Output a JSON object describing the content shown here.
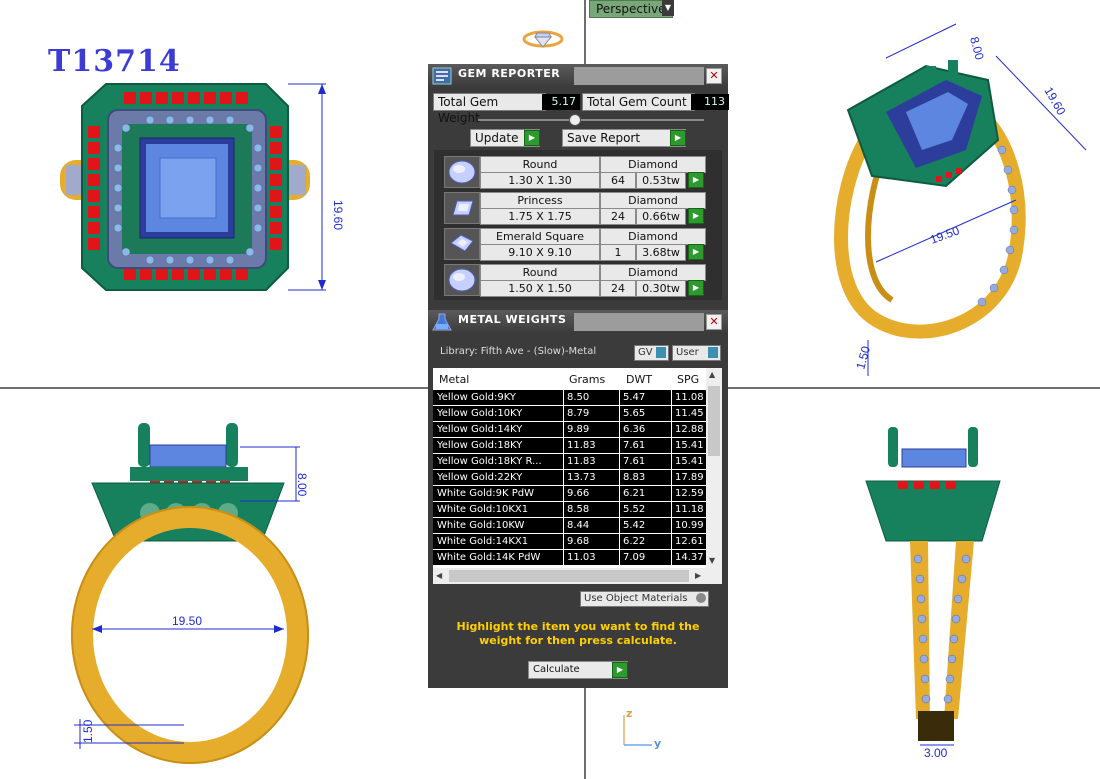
{
  "viewport": {
    "label": "Perspective",
    "model_title": "T13714",
    "dimensions": {
      "top_left_height": "19.60",
      "top_right_height": "8.00",
      "top_right_diag": "19.60",
      "top_right_width": "19.50",
      "top_right_bottom": "1.50",
      "front_width": "19.50",
      "front_height": "8.00",
      "front_bottom": "1.50",
      "side_bottom": "3.00"
    },
    "axis": {
      "z": "z",
      "y": "y"
    }
  },
  "gem_reporter": {
    "title": "GEM REPORTER",
    "total_weight_label": "Total Gem Weight",
    "total_weight_value": "5.17",
    "total_count_label": "Total Gem Count",
    "total_count_value": "113",
    "update_label": "Update",
    "save_report_label": "Save Report",
    "gems": [
      {
        "shape": "Round",
        "size": "1.30 X 1.30",
        "type": "Diamond",
        "count": "64",
        "tw": "0.53tw"
      },
      {
        "shape": "Princess",
        "size": "1.75 X 1.75",
        "type": "Diamond",
        "count": "24",
        "tw": "0.66tw"
      },
      {
        "shape": "Emerald Square",
        "size": "9.10 X 9.10",
        "type": "Diamond",
        "count": "1",
        "tw": "3.68tw"
      },
      {
        "shape": "Round",
        "size": "1.50 X 1.50",
        "type": "Diamond",
        "count": "24",
        "tw": "0.30tw"
      }
    ]
  },
  "metal_weights": {
    "title": "METAL WEIGHTS",
    "library": "Library: Fifth Ave - (Slow)-Metal",
    "gv_label": "GV",
    "user_label": "User",
    "columns": [
      "Metal",
      "Grams",
      "DWT",
      "SPG"
    ],
    "rows": [
      [
        "Yellow Gold:9KY",
        "8.50",
        "5.47",
        "11.08"
      ],
      [
        "Yellow Gold:10KY",
        "8.79",
        "5.65",
        "11.45"
      ],
      [
        "Yellow Gold:14KY",
        "9.89",
        "6.36",
        "12.88"
      ],
      [
        "Yellow Gold:18KY",
        "11.83",
        "7.61",
        "15.41"
      ],
      [
        "Yellow Gold:18KY R...",
        "11.83",
        "7.61",
        "15.41"
      ],
      [
        "Yellow Gold:22KY",
        "13.73",
        "8.83",
        "17.89"
      ],
      [
        "White Gold:9K PdW",
        "9.66",
        "6.21",
        "12.59"
      ],
      [
        "White Gold:10KX1",
        "8.58",
        "5.52",
        "11.18"
      ],
      [
        "White Gold:10KW",
        "8.44",
        "5.42",
        "10.99"
      ],
      [
        "White Gold:14KX1",
        "9.68",
        "6.22",
        "12.61"
      ],
      [
        "White Gold:14K PdW",
        "11.03",
        "7.09",
        "14.37"
      ]
    ],
    "use_object_materials": "Use Object Materials",
    "hint": "Highlight the item you want to find the weight for then press calculate.",
    "calculate_label": "Calculate"
  },
  "colors": {
    "dimension_blue": "#1f2bd0",
    "panel_bg": "#3b3b3b",
    "hint_yellow": "#ffd000",
    "accent_green": "#2e9a2e"
  }
}
